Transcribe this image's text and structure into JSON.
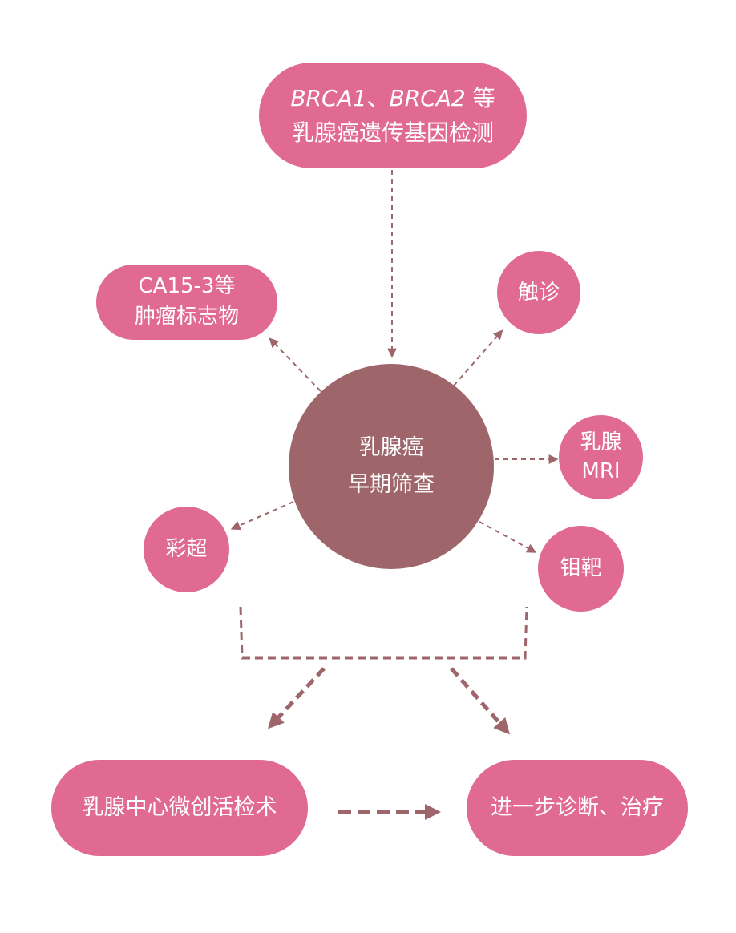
{
  "diagram": {
    "center": {
      "line1": "乳腺癌",
      "line2": "早期筛查"
    },
    "genetic_testing": {
      "gene1": "BRCA1",
      "separator": "、",
      "gene2": "BRCA2",
      "suffix": " 等",
      "line2": "乳腺癌遗传基因检测"
    },
    "tumor_marker": {
      "line1": "CA15-3等",
      "line2": "肿瘤标志物"
    },
    "palpation": {
      "label": "触诊"
    },
    "mri": {
      "line1": "乳腺",
      "line2": "MRI"
    },
    "mammography": {
      "label": "钼靶"
    },
    "ultrasound": {
      "label": "彩超"
    },
    "biopsy": {
      "label": "乳腺中心微创活检术"
    },
    "diagnosis": {
      "label": "进一步诊断、治疗"
    },
    "colors": {
      "node_pink": "#e06a92",
      "center_mauve": "#9e666b",
      "connector": "#9e666b",
      "text": "#ffffff"
    }
  }
}
